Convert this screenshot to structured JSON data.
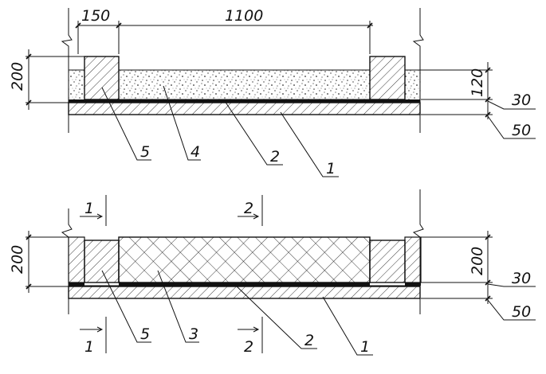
{
  "section_top": {
    "dimensions": {
      "post_width": "150",
      "span": "1100",
      "height_left": "200",
      "fill_height": "120",
      "layer_2": "30",
      "layer_1": "50"
    },
    "callouts": [
      "5",
      "4",
      "2",
      "1"
    ]
  },
  "section_bottom": {
    "dimensions": {
      "height_left": "200",
      "height_right": "200",
      "layer_2": "30",
      "layer_1": "50"
    },
    "cut_marks": {
      "top_1": "1",
      "top_2": "2",
      "bottom_1": "1",
      "bottom_2": "2"
    },
    "callouts": [
      "5",
      "3",
      "2",
      "1"
    ]
  },
  "colors": {
    "line": "#111111",
    "background": "#ffffff"
  }
}
